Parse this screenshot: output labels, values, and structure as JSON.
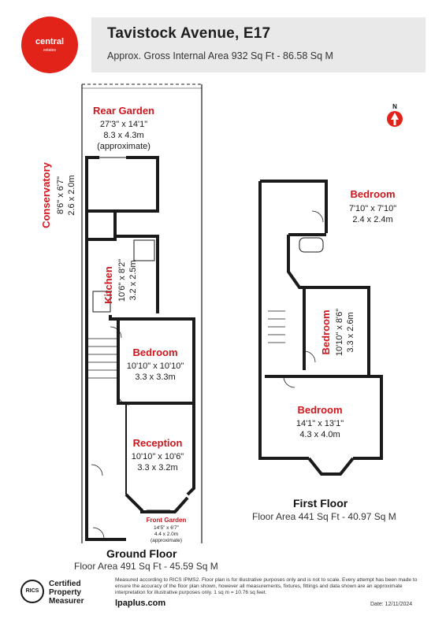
{
  "header": {
    "title": "Tavistock Avenue, E17",
    "subtitle": "Approx. Gross Internal Area 932 Sq Ft - 86.58 Sq M"
  },
  "logo": {
    "name": "central",
    "tagline": "estates"
  },
  "north_label": "N",
  "ground_floor": {
    "title": "Ground Floor",
    "area": "Floor Area 491 Sq Ft - 45.59 Sq M",
    "rooms": {
      "rear_garden": {
        "name": "Rear Garden",
        "dim_imperial": "27'3\" x 14'1\"",
        "dim_metric": "8.3 x 4.3m",
        "note": "(approximate)"
      },
      "conservatory": {
        "name": "Conservatory",
        "dim_imperial": "8'6\" x 6'7\"",
        "dim_metric": "2.6 x 2.0m"
      },
      "kitchen": {
        "name": "Kitchen",
        "dim_imperial": "10'6\" x 8'2\"",
        "dim_metric": "3.2 x 2.5m"
      },
      "bedroom": {
        "name": "Bedroom",
        "dim_imperial": "10'10\" x 10'10\"",
        "dim_metric": "3.3 x 3.3m"
      },
      "reception": {
        "name": "Reception",
        "dim_imperial": "10'10\" x 10'6\"",
        "dim_metric": "3.3 x 3.2m"
      },
      "front_garden": {
        "name": "Front Garden",
        "dim_imperial": "14'5\" x 6'7\"",
        "dim_metric": "4.4 x 2.0m",
        "note": "(approximate)"
      }
    }
  },
  "first_floor": {
    "title": "First Floor",
    "area": "Floor Area 441 Sq Ft - 40.97 Sq M",
    "rooms": {
      "bedroom_top": {
        "name": "Bedroom",
        "dim_imperial": "7'10\" x 7'10\"",
        "dim_metric": "2.4 x 2.4m"
      },
      "bedroom_mid": {
        "name": "Bedroom",
        "dim_imperial": "10'10\" x 8'6\"",
        "dim_metric": "3.3 x 2.6m"
      },
      "bedroom_front": {
        "name": "Bedroom",
        "dim_imperial": "14'1\" x 13'1\"",
        "dim_metric": "4.3 x 4.0m"
      }
    }
  },
  "footer": {
    "badge_org": "RICS",
    "badge_lines": [
      "Certified",
      "Property",
      "Measurer"
    ],
    "disclaimer": "Measured according to RICS IPMS2. Floor plan is for illustrative purposes only and is not to scale. Every attempt has been made to ensure the accuracy of the floor plan shown, however all measurements, fixtures, fittings and data shown are an approximate interpretation for illustrative purposes only. 1 sq m = 10.76 sq feet.",
    "website": "lpaplus.com",
    "date": "Date: 12/11/2024"
  }
}
